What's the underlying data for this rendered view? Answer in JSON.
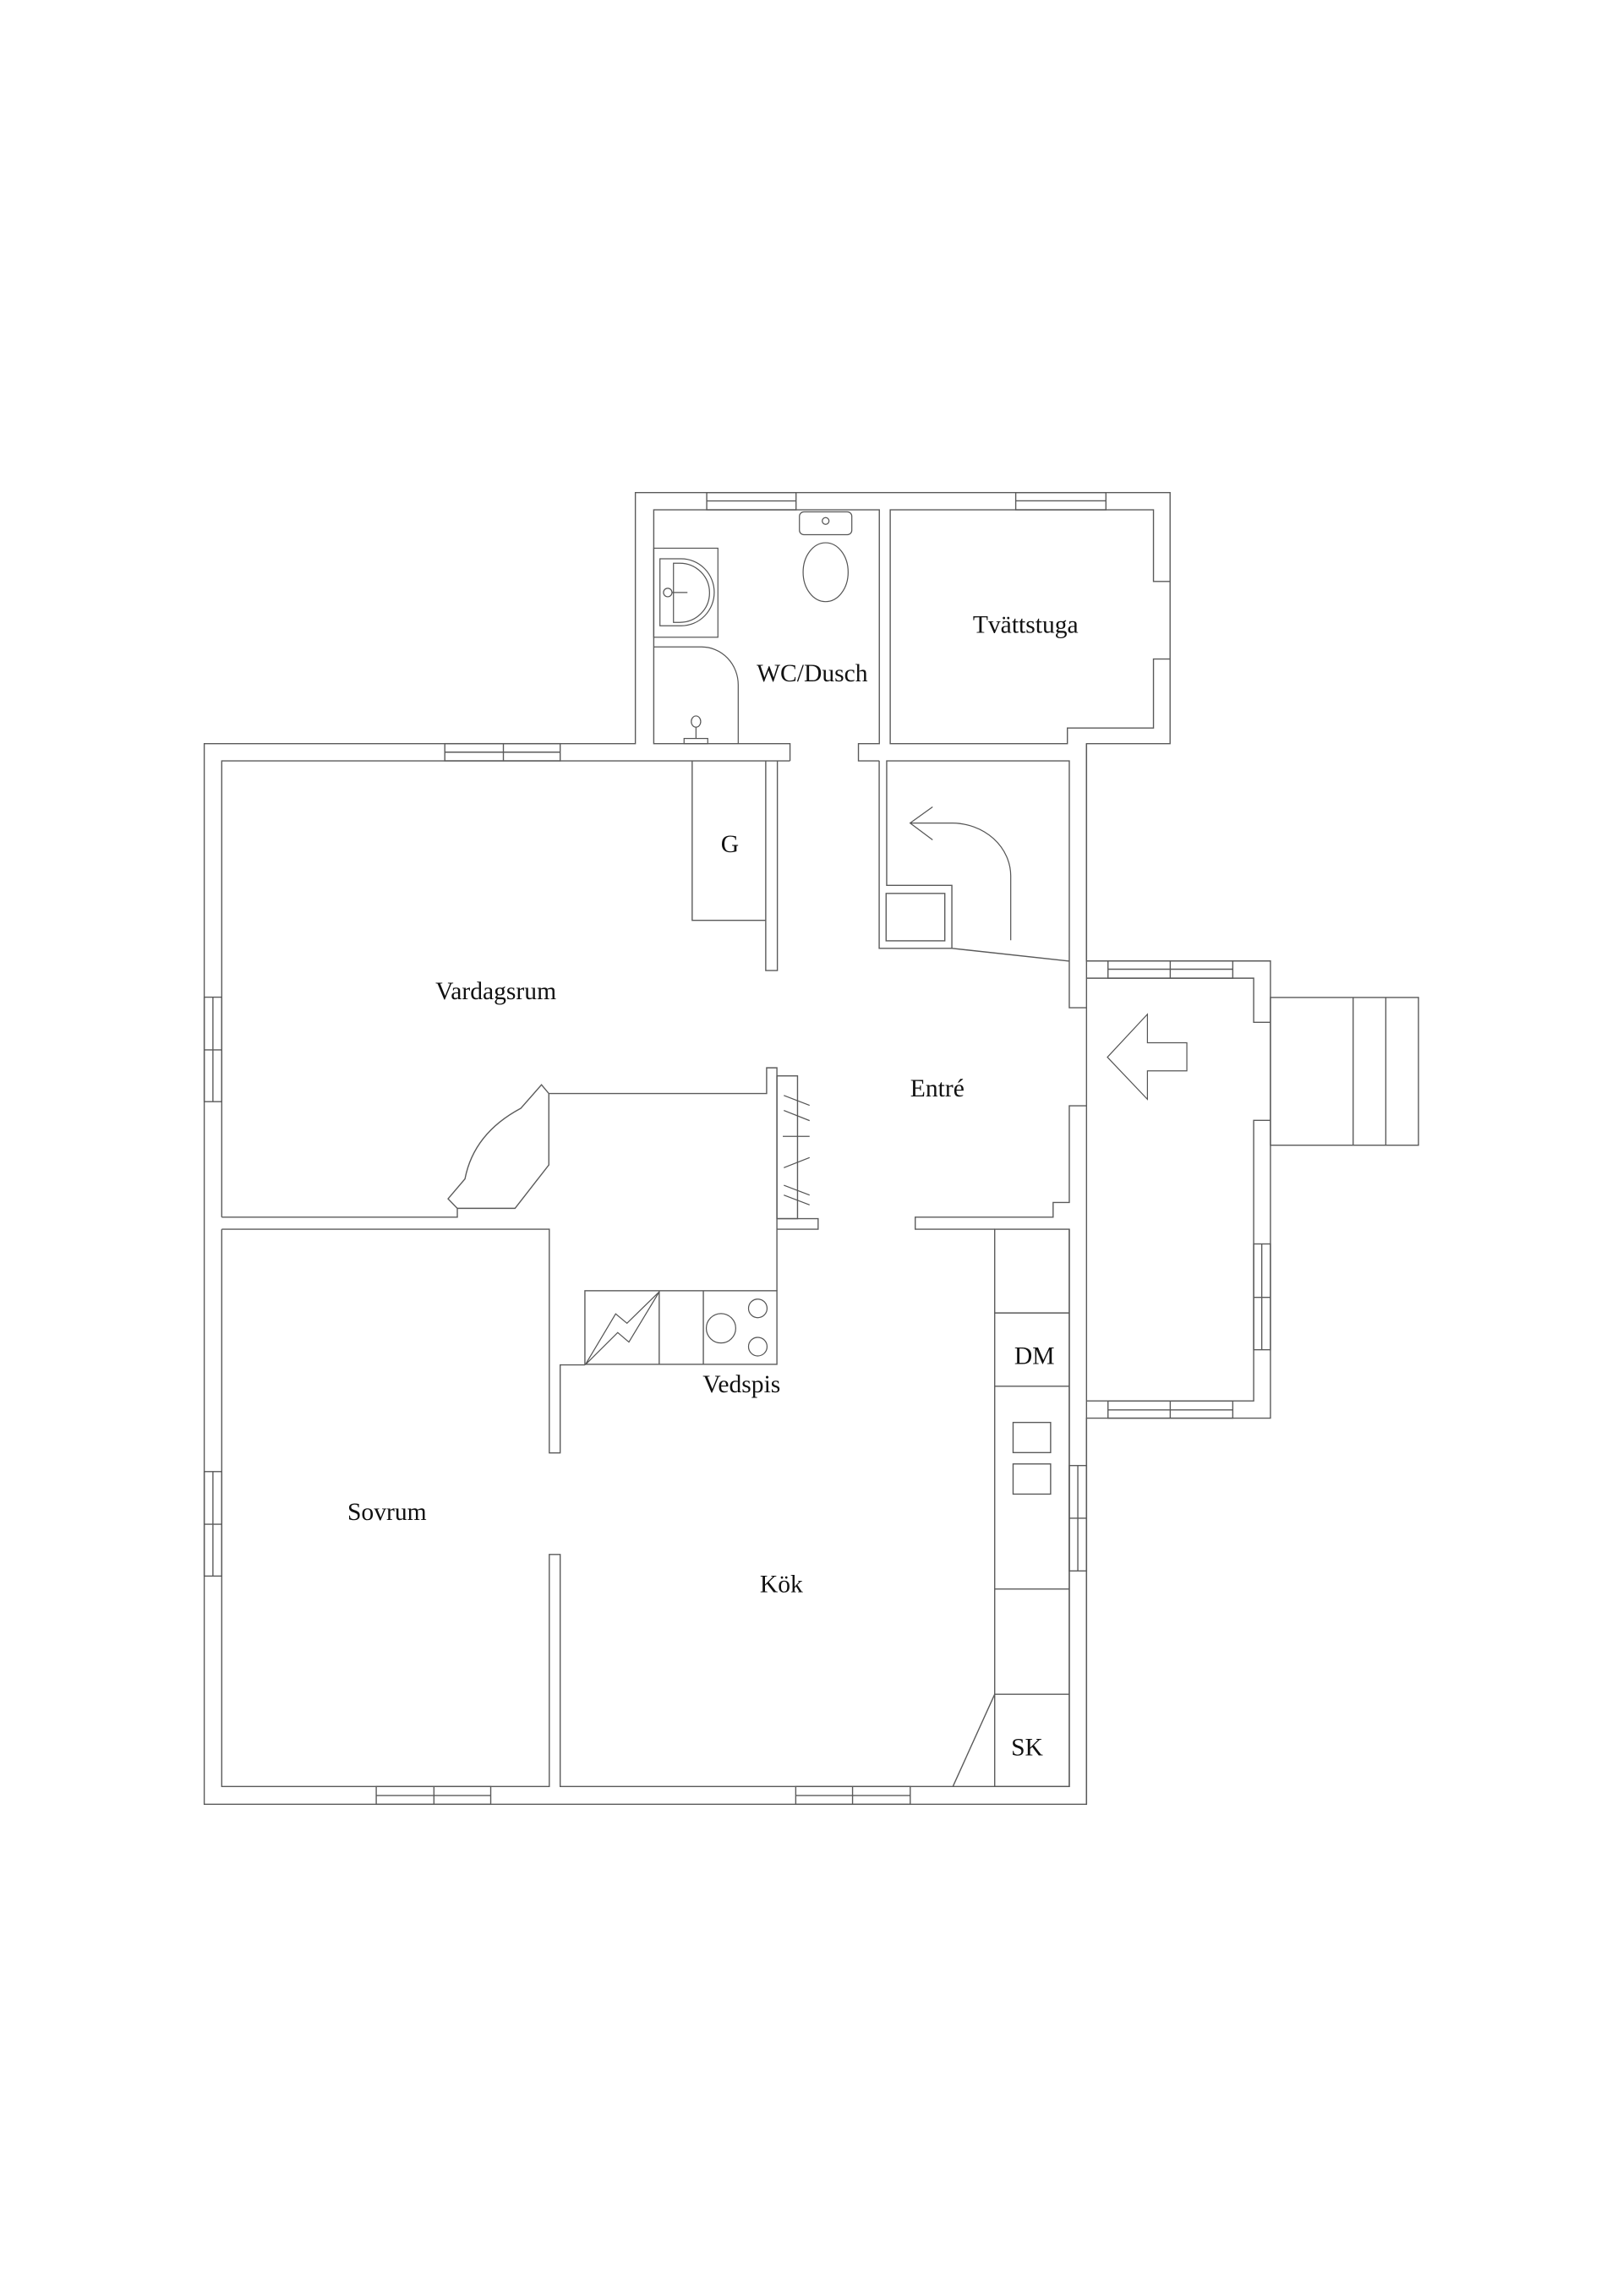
{
  "floor_plan": {
    "rooms": {
      "tvattstuga": "Tvättstuga",
      "wc_dusch": "WC/Dusch",
      "garderob": "G",
      "vardagsrum": "Vardagsrum",
      "entre": "Entré",
      "vedspis": "Vedspis",
      "diskmaskin": "DM",
      "sovrum": "Sovrum",
      "kok": "Kök",
      "skafferi": "SK"
    },
    "colors": {
      "line": "#5a5a5a",
      "text": "#111111",
      "background": "#ffffff"
    },
    "symbols": [
      "entrance-arrow-icon",
      "door-swing-arrow-icon",
      "toilet-icon",
      "washbasin-icon",
      "shower-icon",
      "stove-icon",
      "fireplace-icon",
      "sink-icon",
      "steps-icon"
    ]
  }
}
